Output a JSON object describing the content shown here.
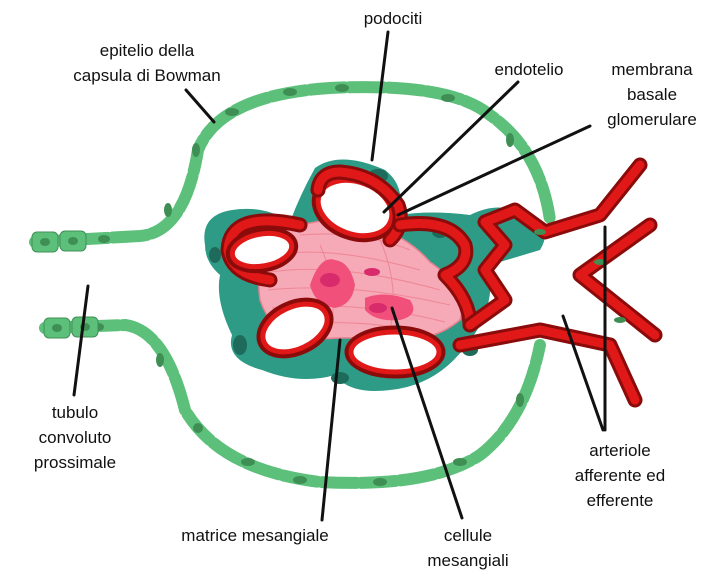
{
  "labels": {
    "podociti": "podociti",
    "endotelio": "endotelio",
    "epitelio_line1": "epitelio della",
    "epitelio_line2": "capsula di Bowman",
    "membrana_line1": "membrana",
    "membrana_line2": "basale",
    "membrana_line3": "glomerulare",
    "tubulo_line1": "tubulo",
    "tubulo_line2": "convoluto",
    "tubulo_line3": "prossimale",
    "arteriole_line1": "arteriole",
    "arteriole_line2": "afferente ed",
    "arteriole_line3": "efferente",
    "matrice": "matrice mesangiale",
    "cellule_line1": "cellule",
    "cellule_line2": "mesangiali"
  },
  "colors": {
    "epithelium": "#5cc07a",
    "podocyte": "#2e9b86",
    "capillary_wall": "#8b0b0b",
    "endothelium": "#e01818",
    "mesangial_matrix": "#f6a9b6",
    "mesangial_cell": "#d82b6b"
  }
}
